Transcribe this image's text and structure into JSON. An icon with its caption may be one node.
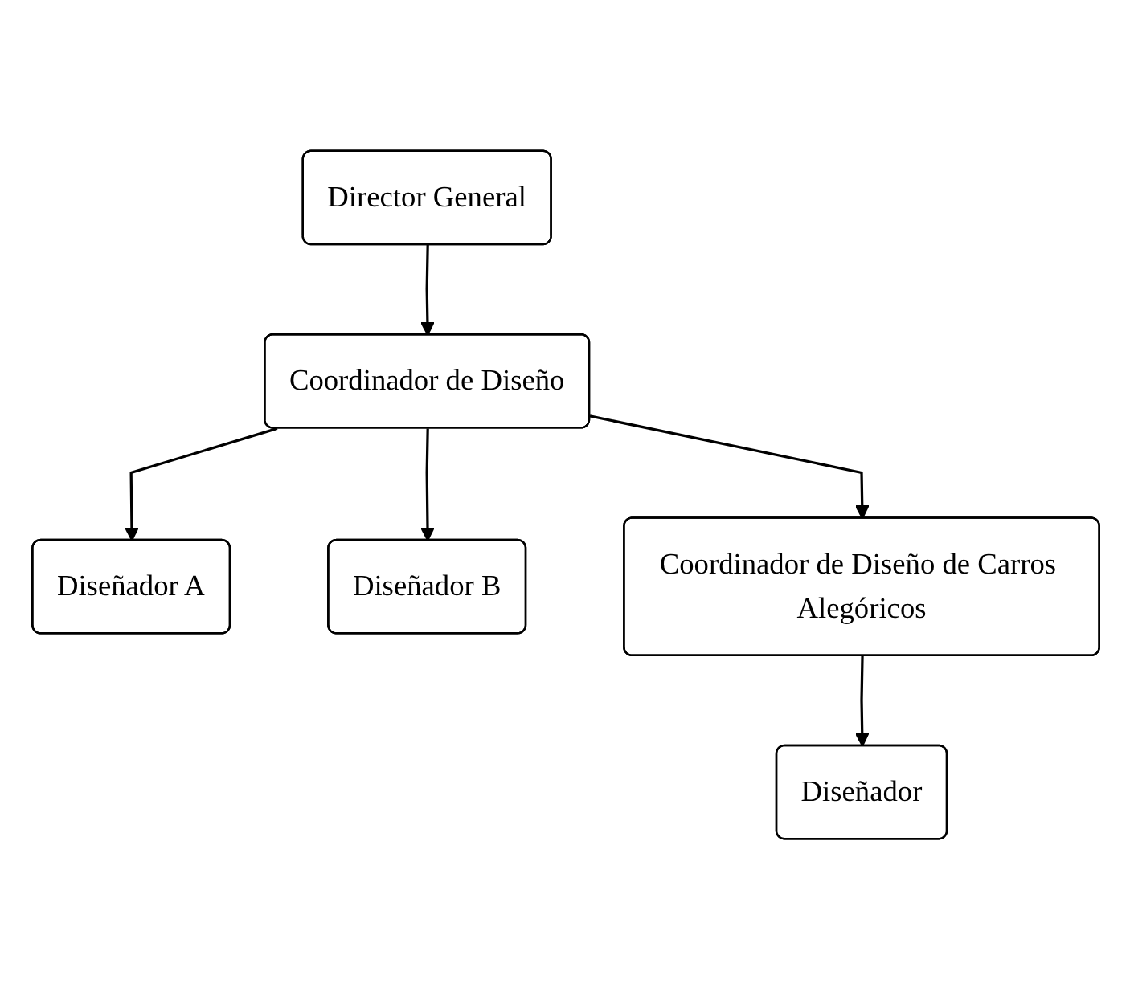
{
  "diagram": {
    "nodes": [
      {
        "text": [
          "Director General"
        ]
      },
      {
        "text": [
          "Coordinador de Diseño"
        ]
      },
      {
        "text": [
          "Diseñador A"
        ]
      },
      {
        "text": [
          "Diseñador B"
        ]
      },
      {
        "text": [
          "Coordinador de Diseño de Carros Alegóricos"
        ]
      },
      {
        "text": [
          "Diseñador"
        ]
      }
    ],
    "edges": [
      {
        "from": 0,
        "to": 1,
        "arrow": "to"
      },
      {
        "from": 1,
        "to": 2,
        "arrow": "to"
      },
      {
        "from": 1,
        "to": 3,
        "arrow": "to"
      },
      {
        "from": 1,
        "to": 4,
        "arrow": "to"
      },
      {
        "from": 4,
        "to": 5,
        "arrow": "to"
      }
    ]
  }
}
